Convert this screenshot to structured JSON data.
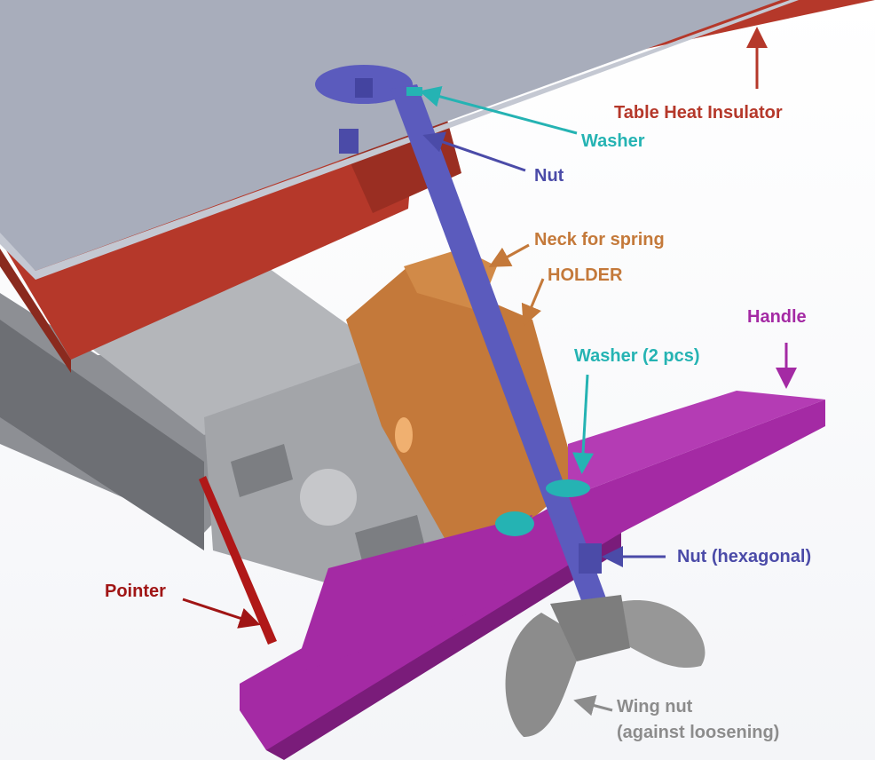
{
  "labels": {
    "table_heat_insulator": "Table Heat Insulator",
    "washer_top": "Washer",
    "nut_top": "Nut",
    "neck_for_spring": "Neck for spring",
    "holder": "HOLDER",
    "handle": "Handle",
    "washer_2pcs": "Washer (2 pcs)",
    "nut_hexagonal": "Nut (hexagonal)",
    "pointer": "Pointer",
    "wing_nut": "Wing nut",
    "wing_nut_note": "(against loosening)"
  },
  "colors": {
    "insulator": "#b5382a",
    "washer": "#25b3b3",
    "nut": "#4b4ba8",
    "holder": "#c4793a",
    "handle": "#a42aa4",
    "pointer": "#a01515",
    "wing_nut": "#8c8c8c"
  }
}
